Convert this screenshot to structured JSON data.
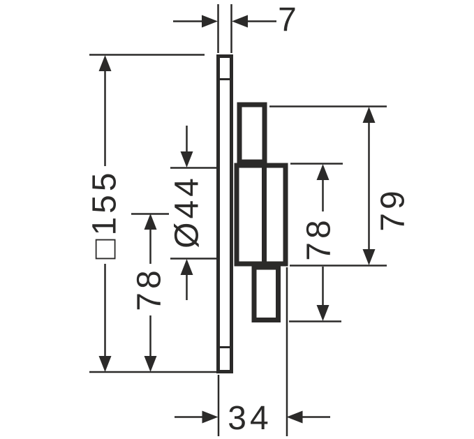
{
  "drawing": {
    "type": "technical-dimension-drawing",
    "colors": {
      "line": "#2b2a29",
      "background": "#ffffff"
    },
    "dimensions": {
      "plate_thickness": "7",
      "plate_square_size": "□155",
      "cartridge_diameter": "Ø44",
      "axis_to_plate_bottom": "78",
      "body_top_to_lower_knob": "78",
      "upper_knob_to_body_bottom": "79",
      "installation_depth": "34"
    }
  }
}
